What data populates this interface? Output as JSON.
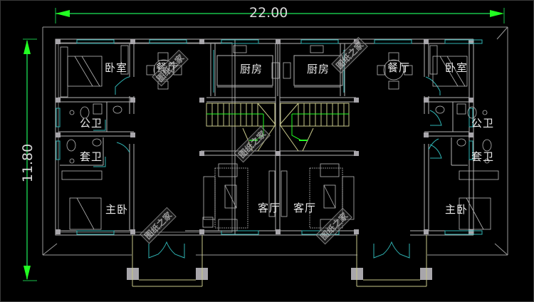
{
  "drawing": {
    "type": "CAD floor plan (duplex, mirrored)",
    "background": "#000000",
    "colors": {
      "wall": "#b4b4b4",
      "column": "#a8a6ab",
      "window": "#2fb3b3",
      "door": "#2fb3b3",
      "stair": "#c8c88a",
      "dimension": "#19c24a",
      "arrow": "#22ff22",
      "text": "#e8e8e8"
    }
  },
  "dimensions": {
    "width": "22.00",
    "height": "11.80"
  },
  "rooms": {
    "left": {
      "bedroom": "卧室",
      "dining": "餐厅",
      "kitchen": "厨房",
      "public_bath": "公卫",
      "ensuite_bath": "套卫",
      "master_bedroom": "主卧",
      "living": "客厅"
    },
    "right": {
      "bedroom": "卧室",
      "dining": "餐厅",
      "kitchen": "厨房",
      "public_bath": "公卫",
      "ensuite_bath": "套卫",
      "master_bedroom": "主卧",
      "living": "客厅"
    }
  },
  "watermark": "图纸之家"
}
